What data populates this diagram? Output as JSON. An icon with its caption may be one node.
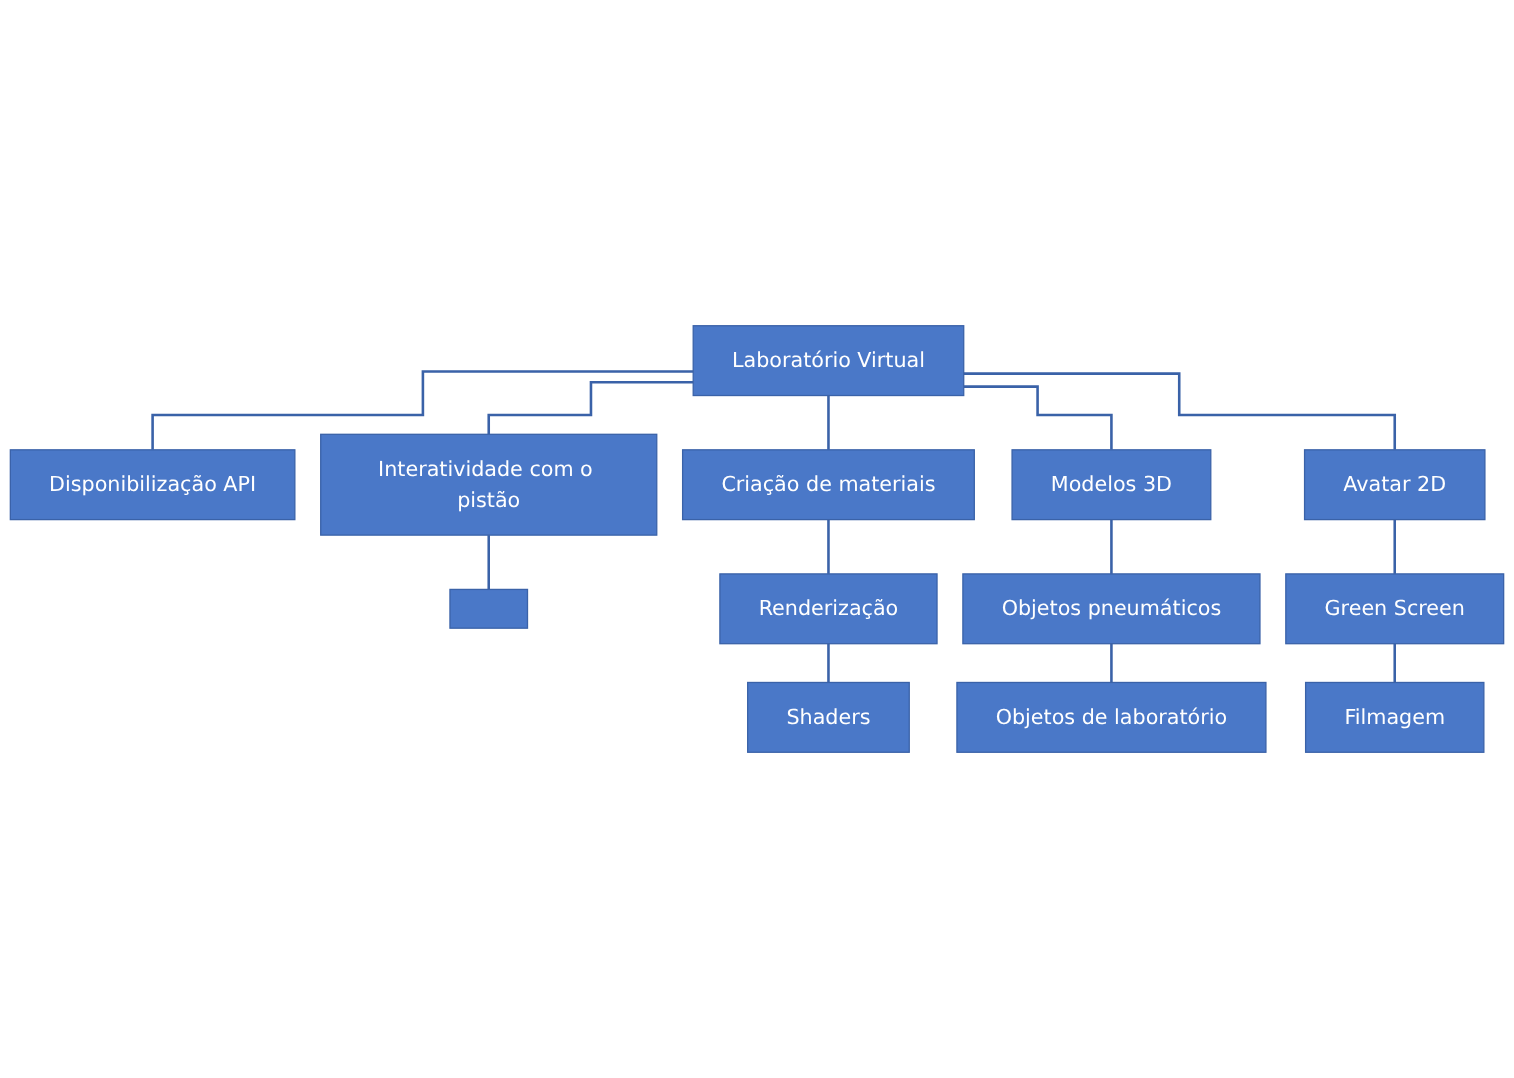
{
  "diagram": {
    "nodes": [
      {
        "text": [
          "Laboratório Virtual"
        ]
      },
      {
        "text": [
          "Disponibilização API"
        ]
      },
      {
        "text": [
          "Interatividade com o pistão"
        ]
      },
      {
        "text": [
          "Criação de materiais"
        ]
      },
      {
        "text": [
          "Modelos 3D"
        ]
      },
      {
        "text": [
          "Avatar 2D"
        ]
      },
      {
        "text": [],
        "shape": "box"
      },
      {
        "text": [
          "Renderização"
        ]
      },
      {
        "text": [
          "Shaders"
        ]
      },
      {
        "text": [
          "Objetos pneumáticos"
        ]
      },
      {
        "text": [
          "Objetos de laboratório"
        ]
      },
      {
        "text": [
          "Green Screen"
        ]
      },
      {
        "text": [
          "Filmagem"
        ]
      }
    ],
    "edges": [
      {
        "from": 0,
        "to": 1,
        "arrow": "none"
      },
      {
        "from": 0,
        "to": 2,
        "arrow": "none"
      },
      {
        "from": 0,
        "to": 3,
        "arrow": "none"
      },
      {
        "from": 0,
        "to": 4,
        "arrow": "none"
      },
      {
        "from": 0,
        "to": 5,
        "arrow": "none"
      },
      {
        "from": 2,
        "to": 6,
        "arrow": "none"
      },
      {
        "from": 3,
        "to": 7,
        "arrow": "none"
      },
      {
        "from": 7,
        "to": 8,
        "arrow": "none"
      },
      {
        "from": 4,
        "to": 9,
        "arrow": "none"
      },
      {
        "from": 9,
        "to": 10,
        "arrow": "none"
      },
      {
        "from": 5,
        "to": 11,
        "arrow": "none"
      },
      {
        "from": 11,
        "to": 12,
        "arrow": "none"
      }
    ]
  }
}
